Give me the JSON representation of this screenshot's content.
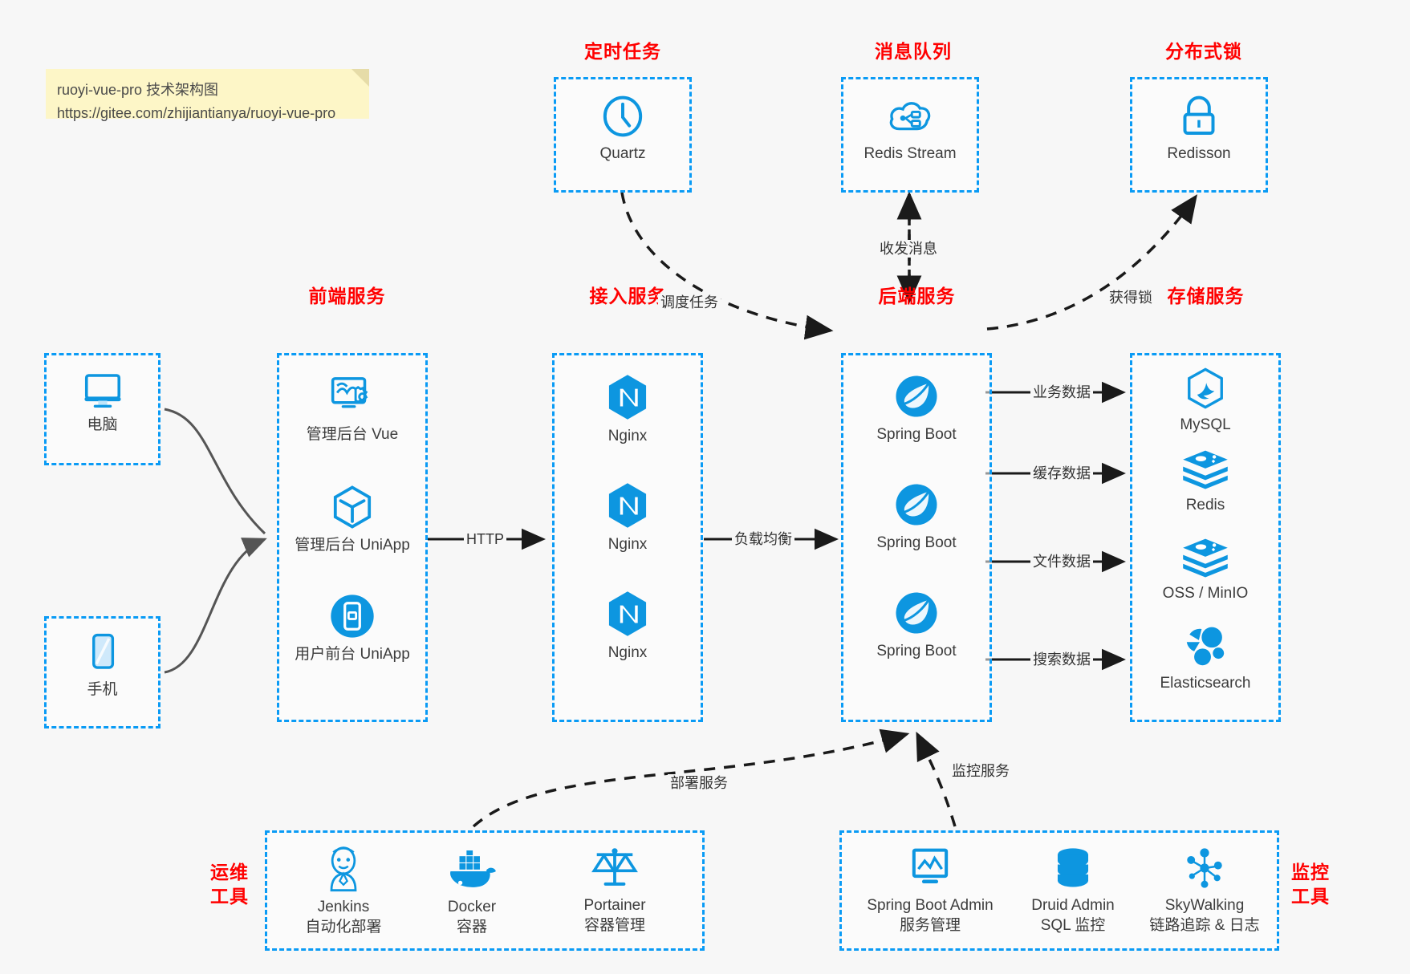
{
  "note": {
    "line1": "ruoyi-vue-pro 技术架构图",
    "line2": "https://gitee.com/zhijiantianya/ruoyi-vue-pro"
  },
  "colors": {
    "accent_blue": "#0a9bf5",
    "icon_blue": "#0d96e0",
    "title_red": "#ff0000",
    "background": "#f7f7f7",
    "edge_gray": "#555555",
    "edge_black": "#1a1a1a"
  },
  "groups": {
    "scheduled_task": {
      "title": "定时任务"
    },
    "message_queue": {
      "title": "消息队列"
    },
    "distributed_lock": {
      "title": "分布式锁"
    },
    "frontend": {
      "title": "前端服务"
    },
    "gateway": {
      "title": "接入服务"
    },
    "backend": {
      "title": "后端服务"
    },
    "storage": {
      "title": "存储服务"
    },
    "ops_tools": {
      "title_line1": "运维",
      "title_line2": "工具"
    },
    "monitor_tools": {
      "title_line1": "监控",
      "title_line2": "工具"
    }
  },
  "nodes": {
    "quartz": {
      "label": "Quartz",
      "icon": "clock-icon"
    },
    "redis_stream": {
      "label": "Redis Stream",
      "icon": "cloud-stream-icon"
    },
    "redisson": {
      "label": "Redisson",
      "icon": "lock-icon"
    },
    "pc": {
      "label": "电脑",
      "icon": "monitor-icon"
    },
    "mobile": {
      "label": "手机",
      "icon": "phone-icon"
    },
    "admin_vue": {
      "label": "管理后台 Vue",
      "icon": "dashboard-gear-icon"
    },
    "admin_uniapp": {
      "label": "管理后台 UniApp",
      "icon": "cube-icon"
    },
    "user_uniapp": {
      "label": "用户前台 UniApp",
      "icon": "mobile-app-icon"
    },
    "nginx_1": {
      "label": "Nginx",
      "icon": "nginx-icon"
    },
    "nginx_2": {
      "label": "Nginx",
      "icon": "nginx-icon"
    },
    "nginx_3": {
      "label": "Nginx",
      "icon": "nginx-icon"
    },
    "spring_boot_1": {
      "label": "Spring Boot",
      "icon": "spring-icon"
    },
    "spring_boot_2": {
      "label": "Spring Boot",
      "icon": "spring-icon"
    },
    "spring_boot_3": {
      "label": "Spring Boot",
      "icon": "spring-icon"
    },
    "mysql": {
      "label": "MySQL",
      "icon": "mysql-icon"
    },
    "redis": {
      "label": "Redis",
      "icon": "redis-icon"
    },
    "oss_minio": {
      "label": "OSS / MinIO",
      "icon": "oss-icon"
    },
    "elasticsearch": {
      "label": "Elasticsearch",
      "icon": "elasticsearch-icon"
    },
    "jenkins": {
      "label": "Jenkins",
      "sublabel": "自动化部署",
      "icon": "jenkins-icon"
    },
    "docker": {
      "label": "Docker",
      "sublabel": "容器",
      "icon": "docker-icon"
    },
    "portainer": {
      "label": "Portainer",
      "sublabel": "容器管理",
      "icon": "scales-icon"
    },
    "spring_boot_admin": {
      "label": "Spring Boot Admin",
      "sublabel": "服务管理",
      "icon": "monitor-chart-icon"
    },
    "druid_admin": {
      "label": "Druid Admin",
      "sublabel": "SQL 监控",
      "icon": "database-icon"
    },
    "skywalking": {
      "label": "SkyWalking",
      "sublabel": "链路追踪 & 日志",
      "icon": "network-nodes-icon"
    }
  },
  "edges": [
    {
      "id": "http",
      "label": "HTTP"
    },
    {
      "id": "load-balance",
      "label": "负载均衡"
    },
    {
      "id": "schedule-task",
      "label": "调度任务"
    },
    {
      "id": "send-receive-message",
      "label": "收发消息"
    },
    {
      "id": "acquire-lock",
      "label": "获得锁"
    },
    {
      "id": "business-data",
      "label": "业务数据"
    },
    {
      "id": "cache-data",
      "label": "缓存数据"
    },
    {
      "id": "file-data",
      "label": "文件数据"
    },
    {
      "id": "search-data",
      "label": "搜索数据"
    },
    {
      "id": "deploy-service",
      "label": "部署服务"
    },
    {
      "id": "monitor-service",
      "label": "监控服务"
    }
  ]
}
